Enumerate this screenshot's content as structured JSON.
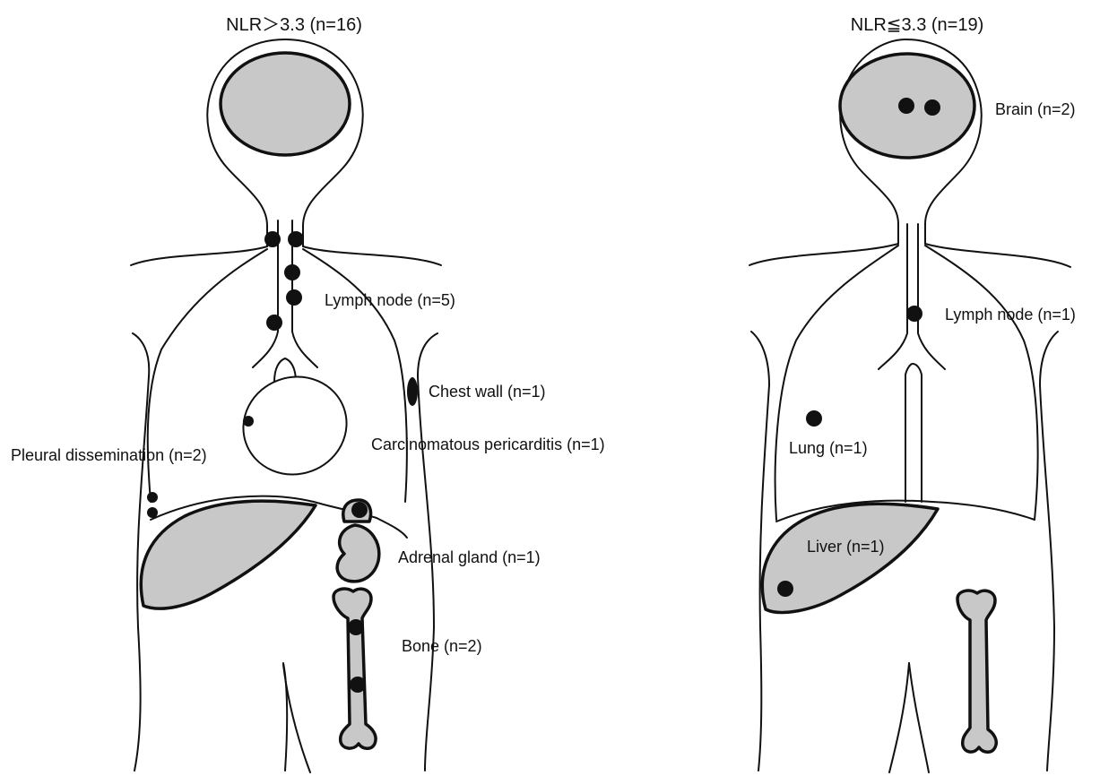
{
  "colors": {
    "organ_fill": "#c8c8c8",
    "line": "#111111",
    "lesion": "#111111",
    "background": "#ffffff"
  },
  "panels": [
    {
      "title": "NLR＞3.3 (n=16)",
      "labels": {
        "lymph_node": "Lymph node (n=5)",
        "chest_wall": "Chest wall (n=1)",
        "pericarditis": "Carcinomatous pericarditis (n=1)",
        "pleural": "Pleural dissemination (n=2)",
        "adrenal": "Adrenal gland (n=1)",
        "bone": "Bone (n=2)"
      }
    },
    {
      "title": "NLR≦3.3 (n=19)",
      "labels": {
        "brain": "Brain (n=2)",
        "lymph_node": "Lymph node (n=1)",
        "lung": "Lung (n=1)",
        "liver": "Liver (n=1)"
      }
    }
  ]
}
